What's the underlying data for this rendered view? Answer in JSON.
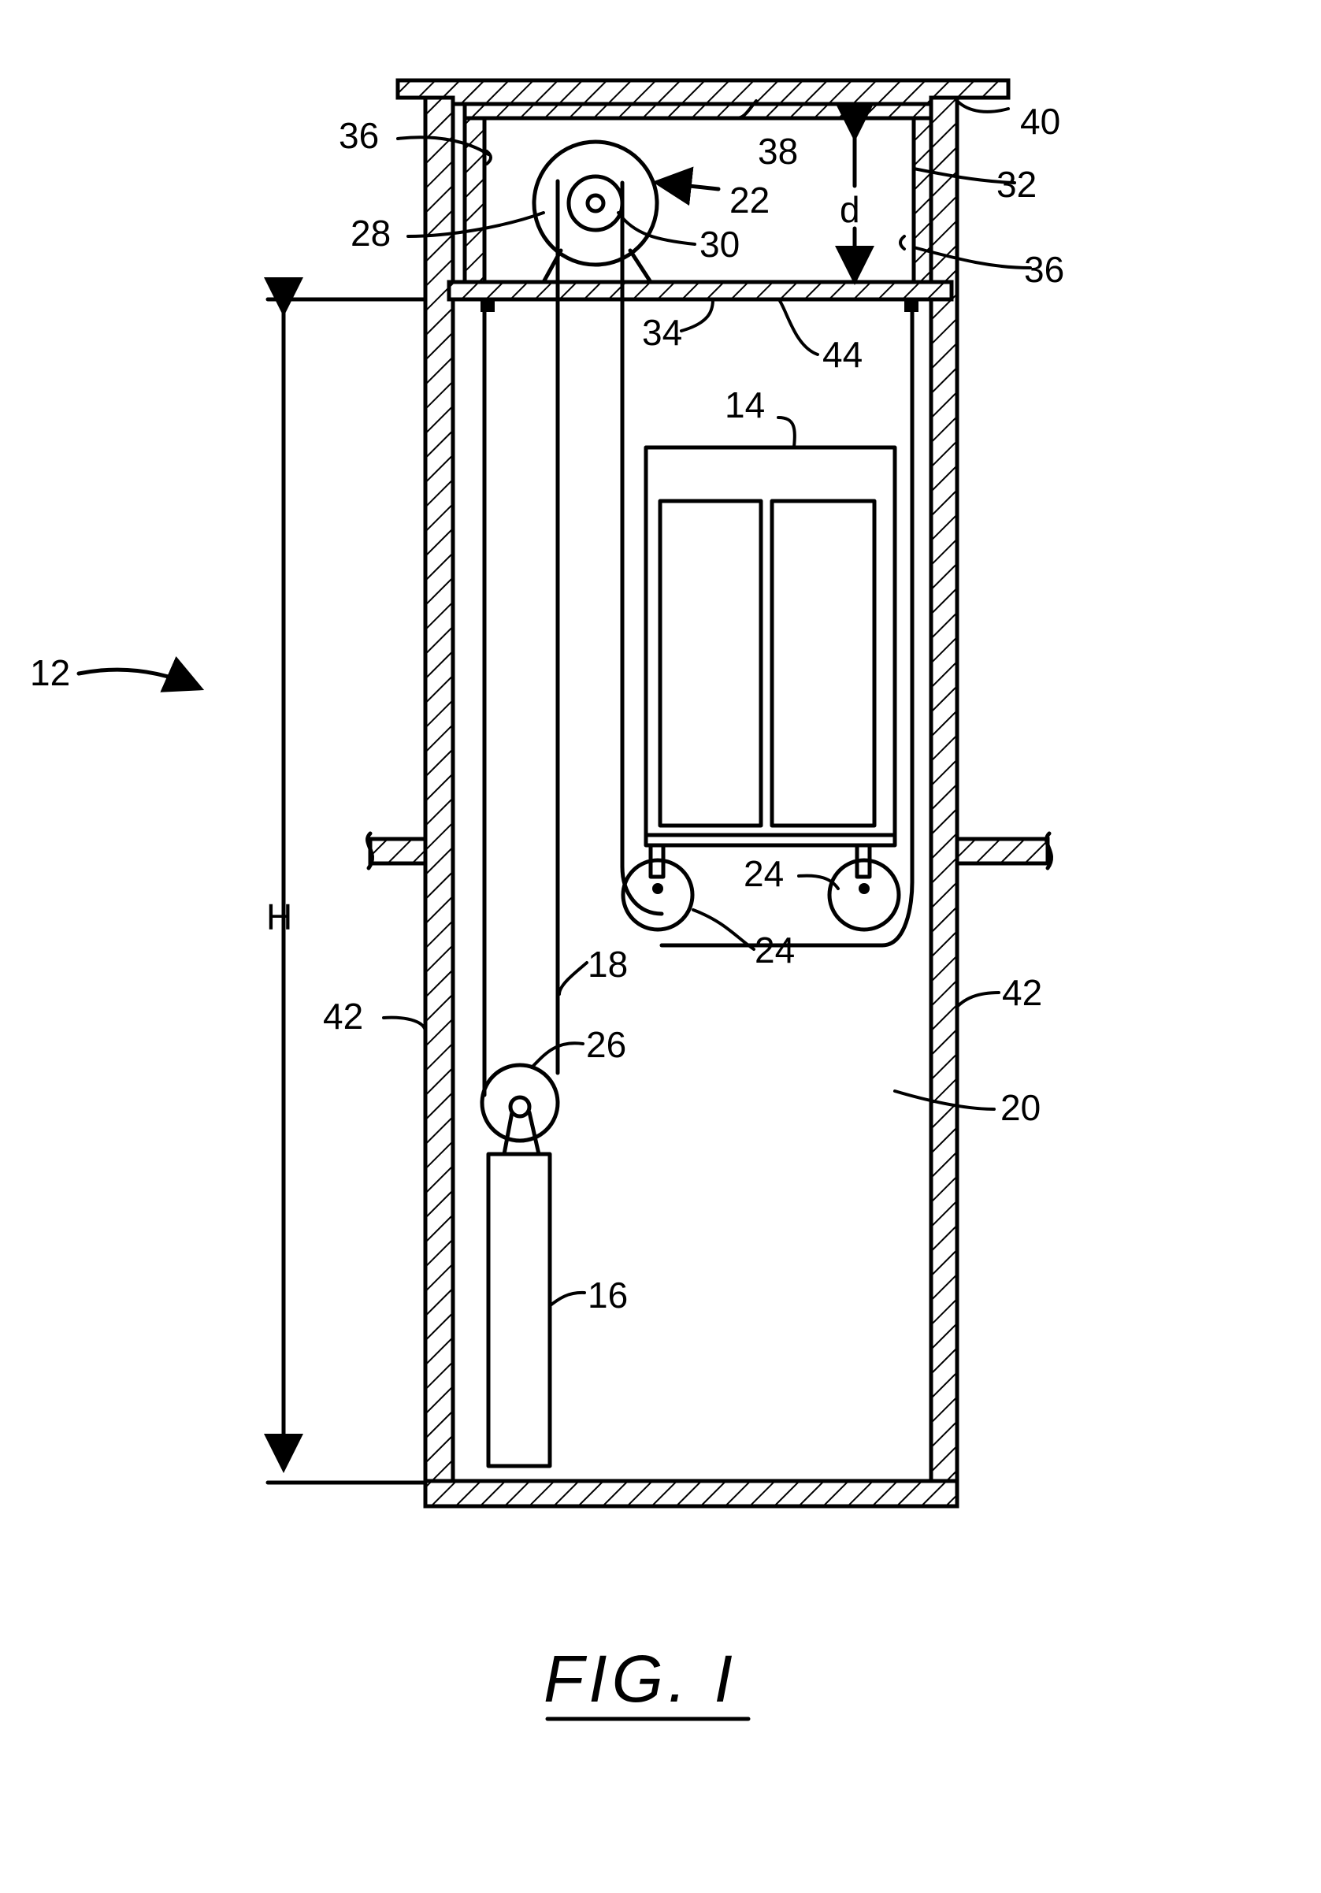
{
  "figure": {
    "title": "FIG. I",
    "labels": {
      "ref_12": "12",
      "ref_14": "14",
      "ref_16": "16",
      "ref_18": "18",
      "ref_20": "20",
      "ref_22": "22",
      "ref_24_left": "24",
      "ref_24_right": "24",
      "ref_26": "26",
      "ref_28": "28",
      "ref_30": "30",
      "ref_32": "32",
      "ref_34": "34",
      "ref_36_left": "36",
      "ref_36_right": "36",
      "ref_38": "38",
      "ref_40": "40",
      "ref_42_left": "42",
      "ref_42_right": "42",
      "ref_44": "44",
      "dim_H": "H",
      "dim_d": "d"
    }
  }
}
